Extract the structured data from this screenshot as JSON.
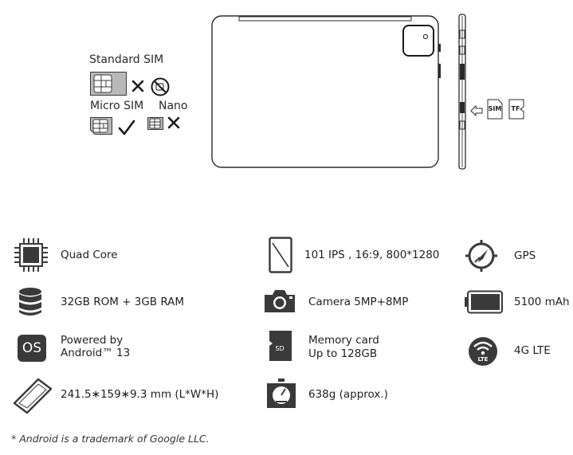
{
  "sim_section": {
    "standard_sim": "Standard SIM",
    "micro_sim": "Micro SIM",
    "nano": "Nano"
  },
  "side_slot": {
    "sim": "SIM",
    "tf": "TF"
  },
  "specs": {
    "cpu": "Quad Core",
    "display": "101 IPS , 16:9,  800*1280",
    "gps": "GPS",
    "storage": "32GB ROM + 3GB RAM",
    "camera": "Camera 5MP+8MP",
    "battery": "5100 mAh",
    "os_line1": "Powered by",
    "os_line2": "Android™ 13",
    "os_icon": "OS",
    "memory_line1": "Memory card",
    "memory_line2": "Up to 128GB",
    "lte": "4G LTE",
    "lte_icon": "LTE",
    "dimensions": "241.5∗159∗9.3 mm (L*W*H)",
    "weight": "638g (approx.)"
  },
  "footnote": "* Android is a trademark of Google LLC.",
  "colors": {
    "icon_dark": "#3a3a3a",
    "line": "#2b2b2b",
    "chip_fill": "#9a9a9a"
  }
}
